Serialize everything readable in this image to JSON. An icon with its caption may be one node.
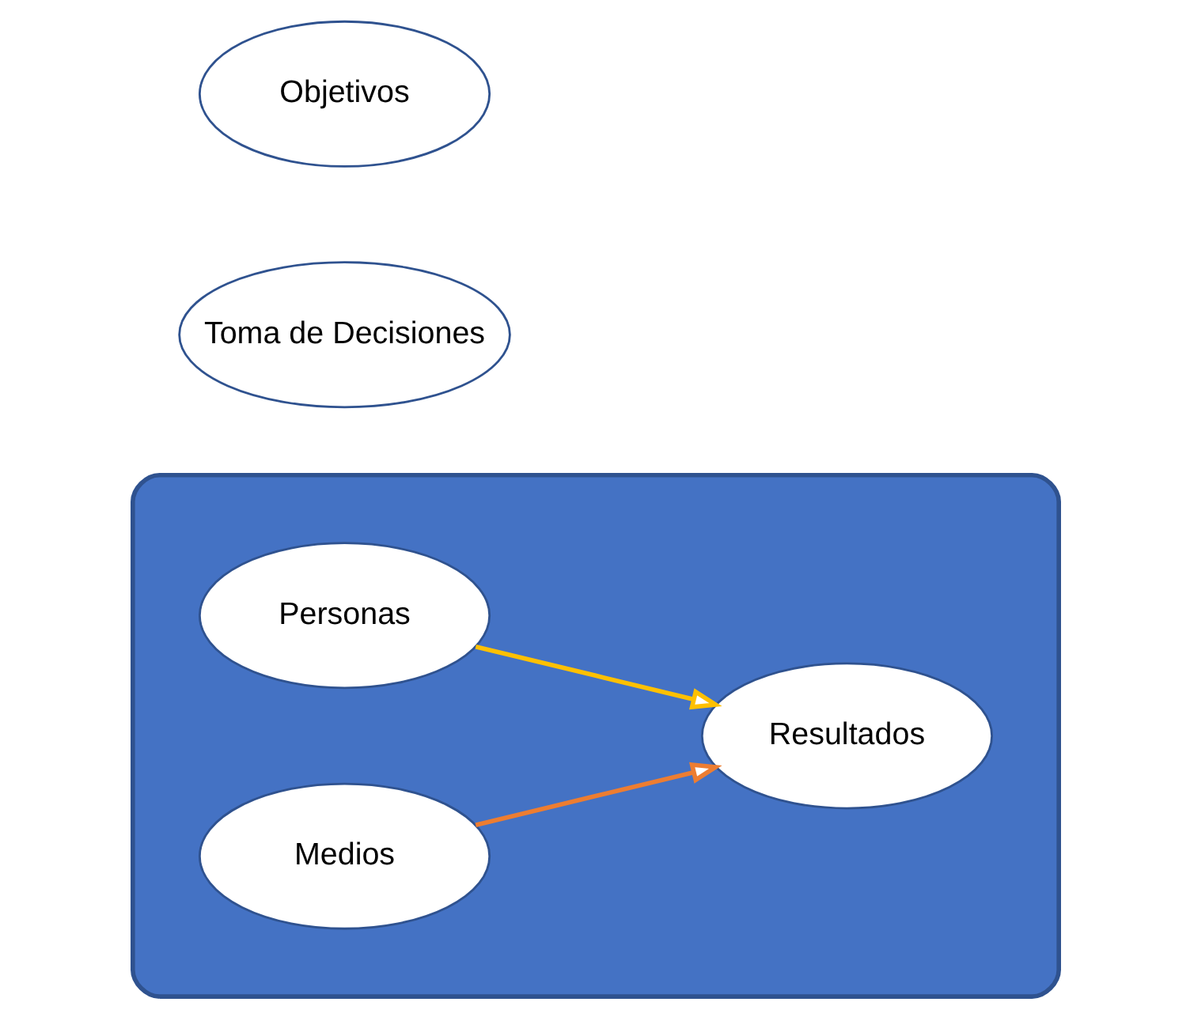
{
  "diagram": {
    "nodes": [
      {
        "text": [],
        "shape": "ellipse"
      },
      {
        "text": [
          "Toma de Decisiones"
        ]
      },
      {
        "text": [
          "Personas"
        ],
        "in": 0
      },
      {
        "text": [
          "Medios"
        ],
        "in": 0
      },
      {
        "text": [
          "Resultados"
        ],
        "in": 0
      },
      {
        "text": [
          "Objetivos"
        ]
      }
    ],
    "edges": [
      {
        "from": 2,
        "to": 4,
        "arrow": "to",
        "color": "#ffc000"
      },
      {
        "from": 3,
        "to": 4,
        "arrow": "to",
        "color": "#ed7d31"
      }
    ]
  }
}
